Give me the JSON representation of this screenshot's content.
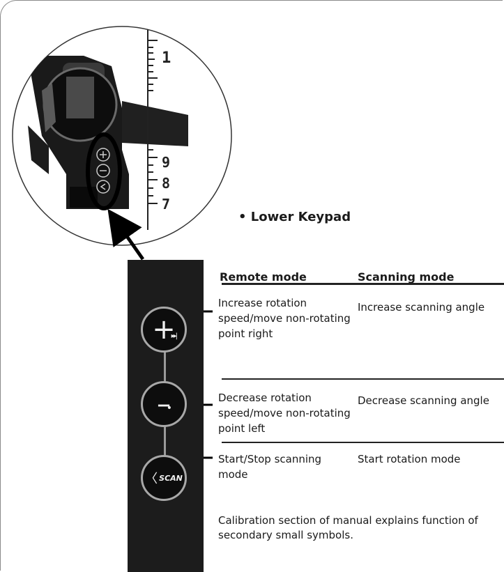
{
  "section_title": "• Lower Keypad",
  "table": {
    "headers": {
      "remote": "Remote mode",
      "scanning": "Scanning mode"
    },
    "rows": [
      {
        "remote": "Increase rotation speed/move non-rotating point right",
        "scanning": "Increase scanning angle"
      },
      {
        "remote": "Decrease rotation speed/move non-rotating point left",
        "scanning": "Decrease scanning angle"
      },
      {
        "remote": "Start/Stop scanning mode",
        "scanning": "Start rotation mode"
      }
    ]
  },
  "note": "Calibration section of manual explains function of secondary small symbols.",
  "keypad": {
    "plus_glyph": "+",
    "plus_sub": "▸▸|",
    "minus_glyph": "–",
    "minus_sub": "•",
    "scan_chevron": "〈",
    "scan_label": "SCAN"
  },
  "ruler_ticks": [
    "1",
    "9",
    "8",
    "7"
  ],
  "colors": {
    "keypad_bg": "#1c1c1c",
    "button_ring": "#a8a8a8",
    "text": "#1a1a1a"
  },
  "icons": [
    "plus-button-icon",
    "minus-button-icon",
    "scan-button-icon",
    "callout-arrow-icon",
    "ruler-icon",
    "device-illustration"
  ]
}
